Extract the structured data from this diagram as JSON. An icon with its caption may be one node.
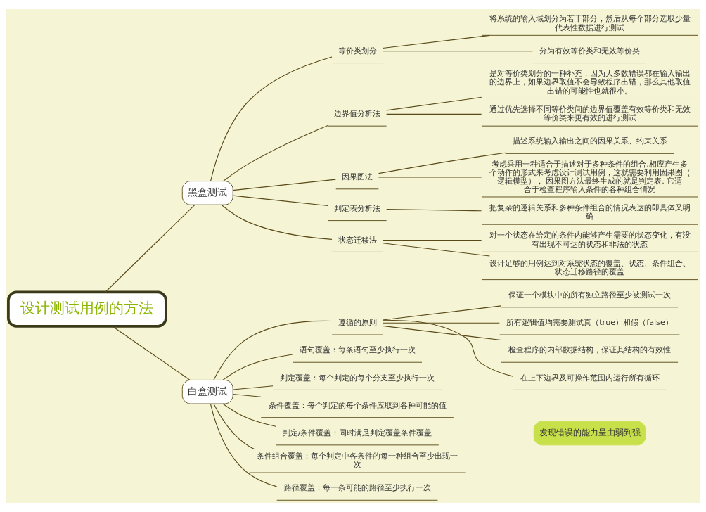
{
  "diagram": {
    "nodes": [
      {
        "text": [
          "设计测试用例的方法"
        ]
      },
      {
        "text": [
          "黑盒测试"
        ]
      },
      {
        "text": [
          "等价类划分"
        ]
      },
      {
        "text": [
          "将系统的输入域划分为若干部分，然后从每个部分选取少量代表性数据进行测试"
        ]
      },
      {
        "text": [
          "分为有效等价类和无效等价类"
        ]
      },
      {
        "text": [
          "边界值分析法"
        ]
      },
      {
        "text": [
          "是对等价类划分的一种补充，因为大多数错误都在输入输出的边界上，如果边界取值不会导致程序出错，那么其他取值出错的可能性也就很小。"
        ]
      },
      {
        "text": [
          "通过优先选择不同等价类间的边界值覆盖有效等价类和无效等价类来更有效的进行测试"
        ]
      },
      {
        "text": [
          "因果图法"
        ]
      },
      {
        "text": [
          "描述系统输入输出之间的因果关系、约束关系"
        ]
      },
      {
        "text": [
          "考虑采用一种适合于描述对于多种条件的组合,相应产生多个动作的形式来考虑设计测试用例，这就需要利用因果图（逻辑模型）， 因果图方法最终生成的就是判定表. 它适合于检查程序输入条件的各种组合情况"
        ]
      },
      {
        "text": [
          "判定表分析法"
        ]
      },
      {
        "text": [
          "把复杂的逻辑关系和多种条件组合的情况表达的即具体又明确"
        ]
      },
      {
        "text": [
          "状态迁移法"
        ]
      },
      {
        "text": [
          "对一个状态在给定的条件内能够产生需要的状态变化，有没有出现不可达的状态和非法的状态"
        ]
      },
      {
        "text": [
          "设计足够的用例达到对系统状态的覆盖、状态、条件组合、状态迁移路径的覆盖"
        ]
      },
      {
        "text": [
          "白盒测试"
        ]
      },
      {
        "text": [
          "遵循的原则"
        ]
      },
      {
        "text": [
          "保证一个模块中的所有独立路径至少被测试一次"
        ]
      },
      {
        "text": [
          "所有逻辑值均需要测试真（true）和假（false）"
        ]
      },
      {
        "text": [
          "检查程序的内部数据结构，保证其结构的有效性"
        ]
      },
      {
        "text": [
          "在上下边界及可操作范围内运行所有循环"
        ]
      },
      {
        "text": [
          "语句覆盖：每条语句至少执行一次"
        ]
      },
      {
        "text": [
          "判定覆盖：每个判定的每个分支至少执行一次"
        ]
      },
      {
        "text": [
          "条件覆盖：每个判定的每个条件应取到各种可能的值"
        ]
      },
      {
        "text": [
          "判定/条件覆盖：同时满足判定覆盖条件覆盖"
        ]
      },
      {
        "text": [
          "条件组合覆盖：每个判定中各条件的每一种组合至少出现一次"
        ]
      },
      {
        "text": [
          "路径覆盖：每一条可能的路径至少执行一次"
        ]
      },
      {
        "text": [
          "发现错误的能力呈由弱到强"
        ]
      }
    ],
    "edges": [
      {
        "from": 0,
        "to": 1,
        "arrow": "none"
      },
      {
        "from": 1,
        "to": 2,
        "arrow": "none"
      },
      {
        "from": 2,
        "to": 3,
        "arrow": "none"
      },
      {
        "from": 2,
        "to": 4,
        "arrow": "none"
      },
      {
        "from": 1,
        "to": 5,
        "arrow": "none"
      },
      {
        "from": 5,
        "to": 6,
        "arrow": "none"
      },
      {
        "from": 5,
        "to": 7,
        "arrow": "none"
      },
      {
        "from": 1,
        "to": 8,
        "arrow": "none"
      },
      {
        "from": 8,
        "to": 9,
        "arrow": "none"
      },
      {
        "from": 8,
        "to": 10,
        "arrow": "none"
      },
      {
        "from": 1,
        "to": 11,
        "arrow": "none"
      },
      {
        "from": 11,
        "to": 12,
        "arrow": "none"
      },
      {
        "from": 1,
        "to": 13,
        "arrow": "none"
      },
      {
        "from": 13,
        "to": 14,
        "arrow": "none"
      },
      {
        "from": 13,
        "to": 15,
        "arrow": "none"
      },
      {
        "from": 0,
        "to": 16,
        "arrow": "none"
      },
      {
        "from": 16,
        "to": 17,
        "arrow": "none"
      },
      {
        "from": 17,
        "to": 18,
        "arrow": "none"
      },
      {
        "from": 17,
        "to": 19,
        "arrow": "none"
      },
      {
        "from": 17,
        "to": 20,
        "arrow": "none"
      },
      {
        "from": 17,
        "to": 21,
        "arrow": "none"
      },
      {
        "from": 16,
        "to": 22,
        "arrow": "none"
      },
      {
        "from": 16,
        "to": 23,
        "arrow": "none"
      },
      {
        "from": 16,
        "to": 24,
        "arrow": "none"
      },
      {
        "from": 16,
        "to": 25,
        "arrow": "none"
      },
      {
        "from": 16,
        "to": 26,
        "arrow": "none"
      },
      {
        "from": 16,
        "to": 27,
        "arrow": "none"
      }
    ]
  }
}
